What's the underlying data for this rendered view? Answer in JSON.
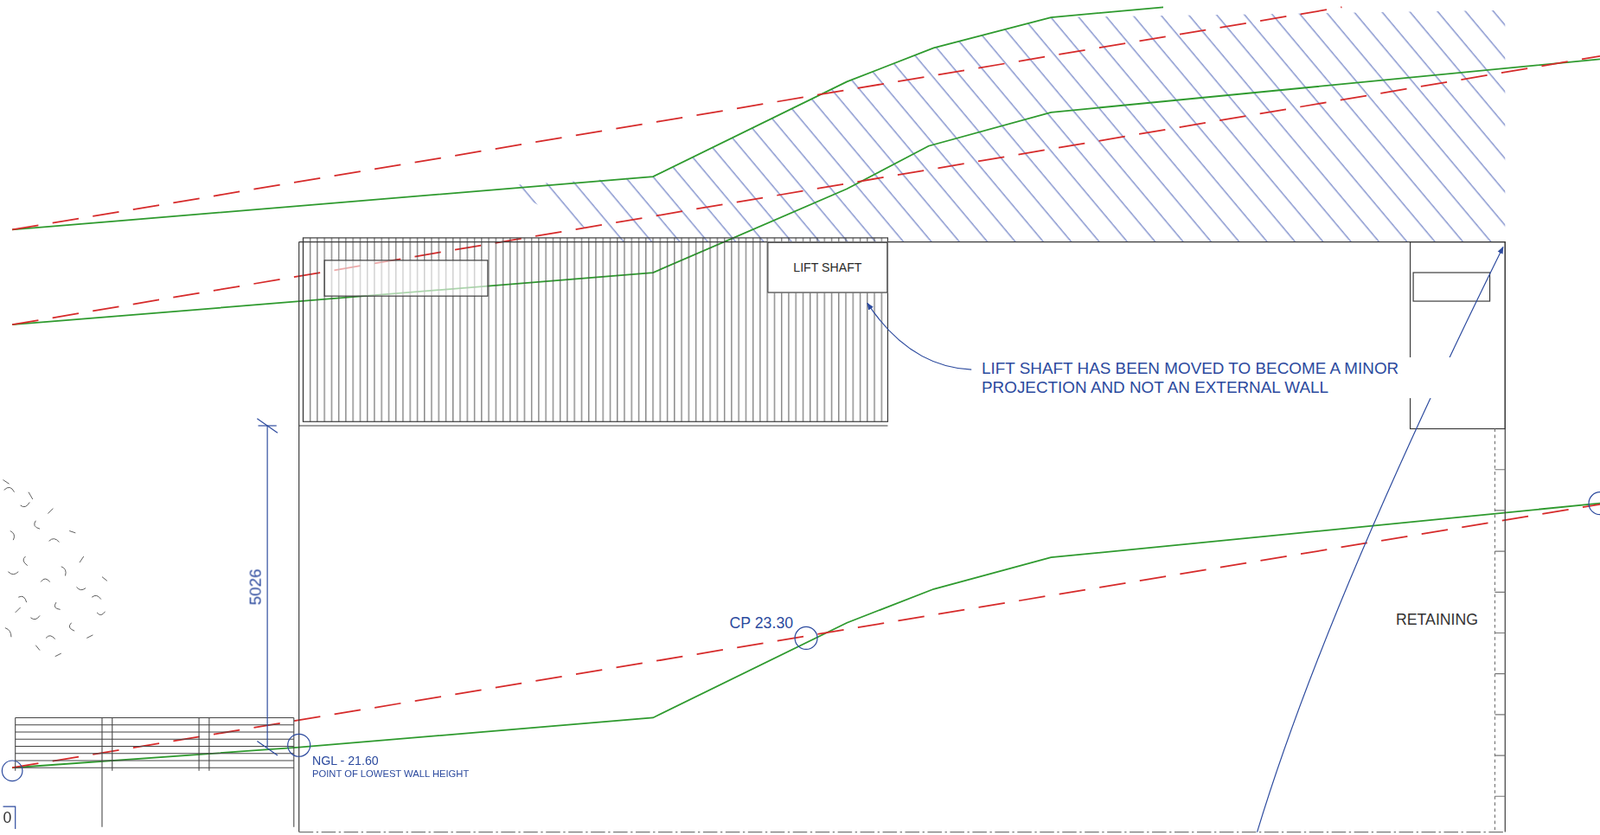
{
  "diagram": {
    "nodes": [
      {
        "text": [
          "LIFT SHAFT"
        ]
      }
    ],
    "labels": [
      "LIFT SHAFT HAS BEEN MOVED TO BECOME A MINOR PROJECTION AND NOT AN EXTERNAL WALL",
      "5026",
      "CP 23.30",
      "NGL - 21.60",
      "POINT OF LOWEST WALL HEIGHT",
      "RETAINING",
      "0"
    ]
  }
}
